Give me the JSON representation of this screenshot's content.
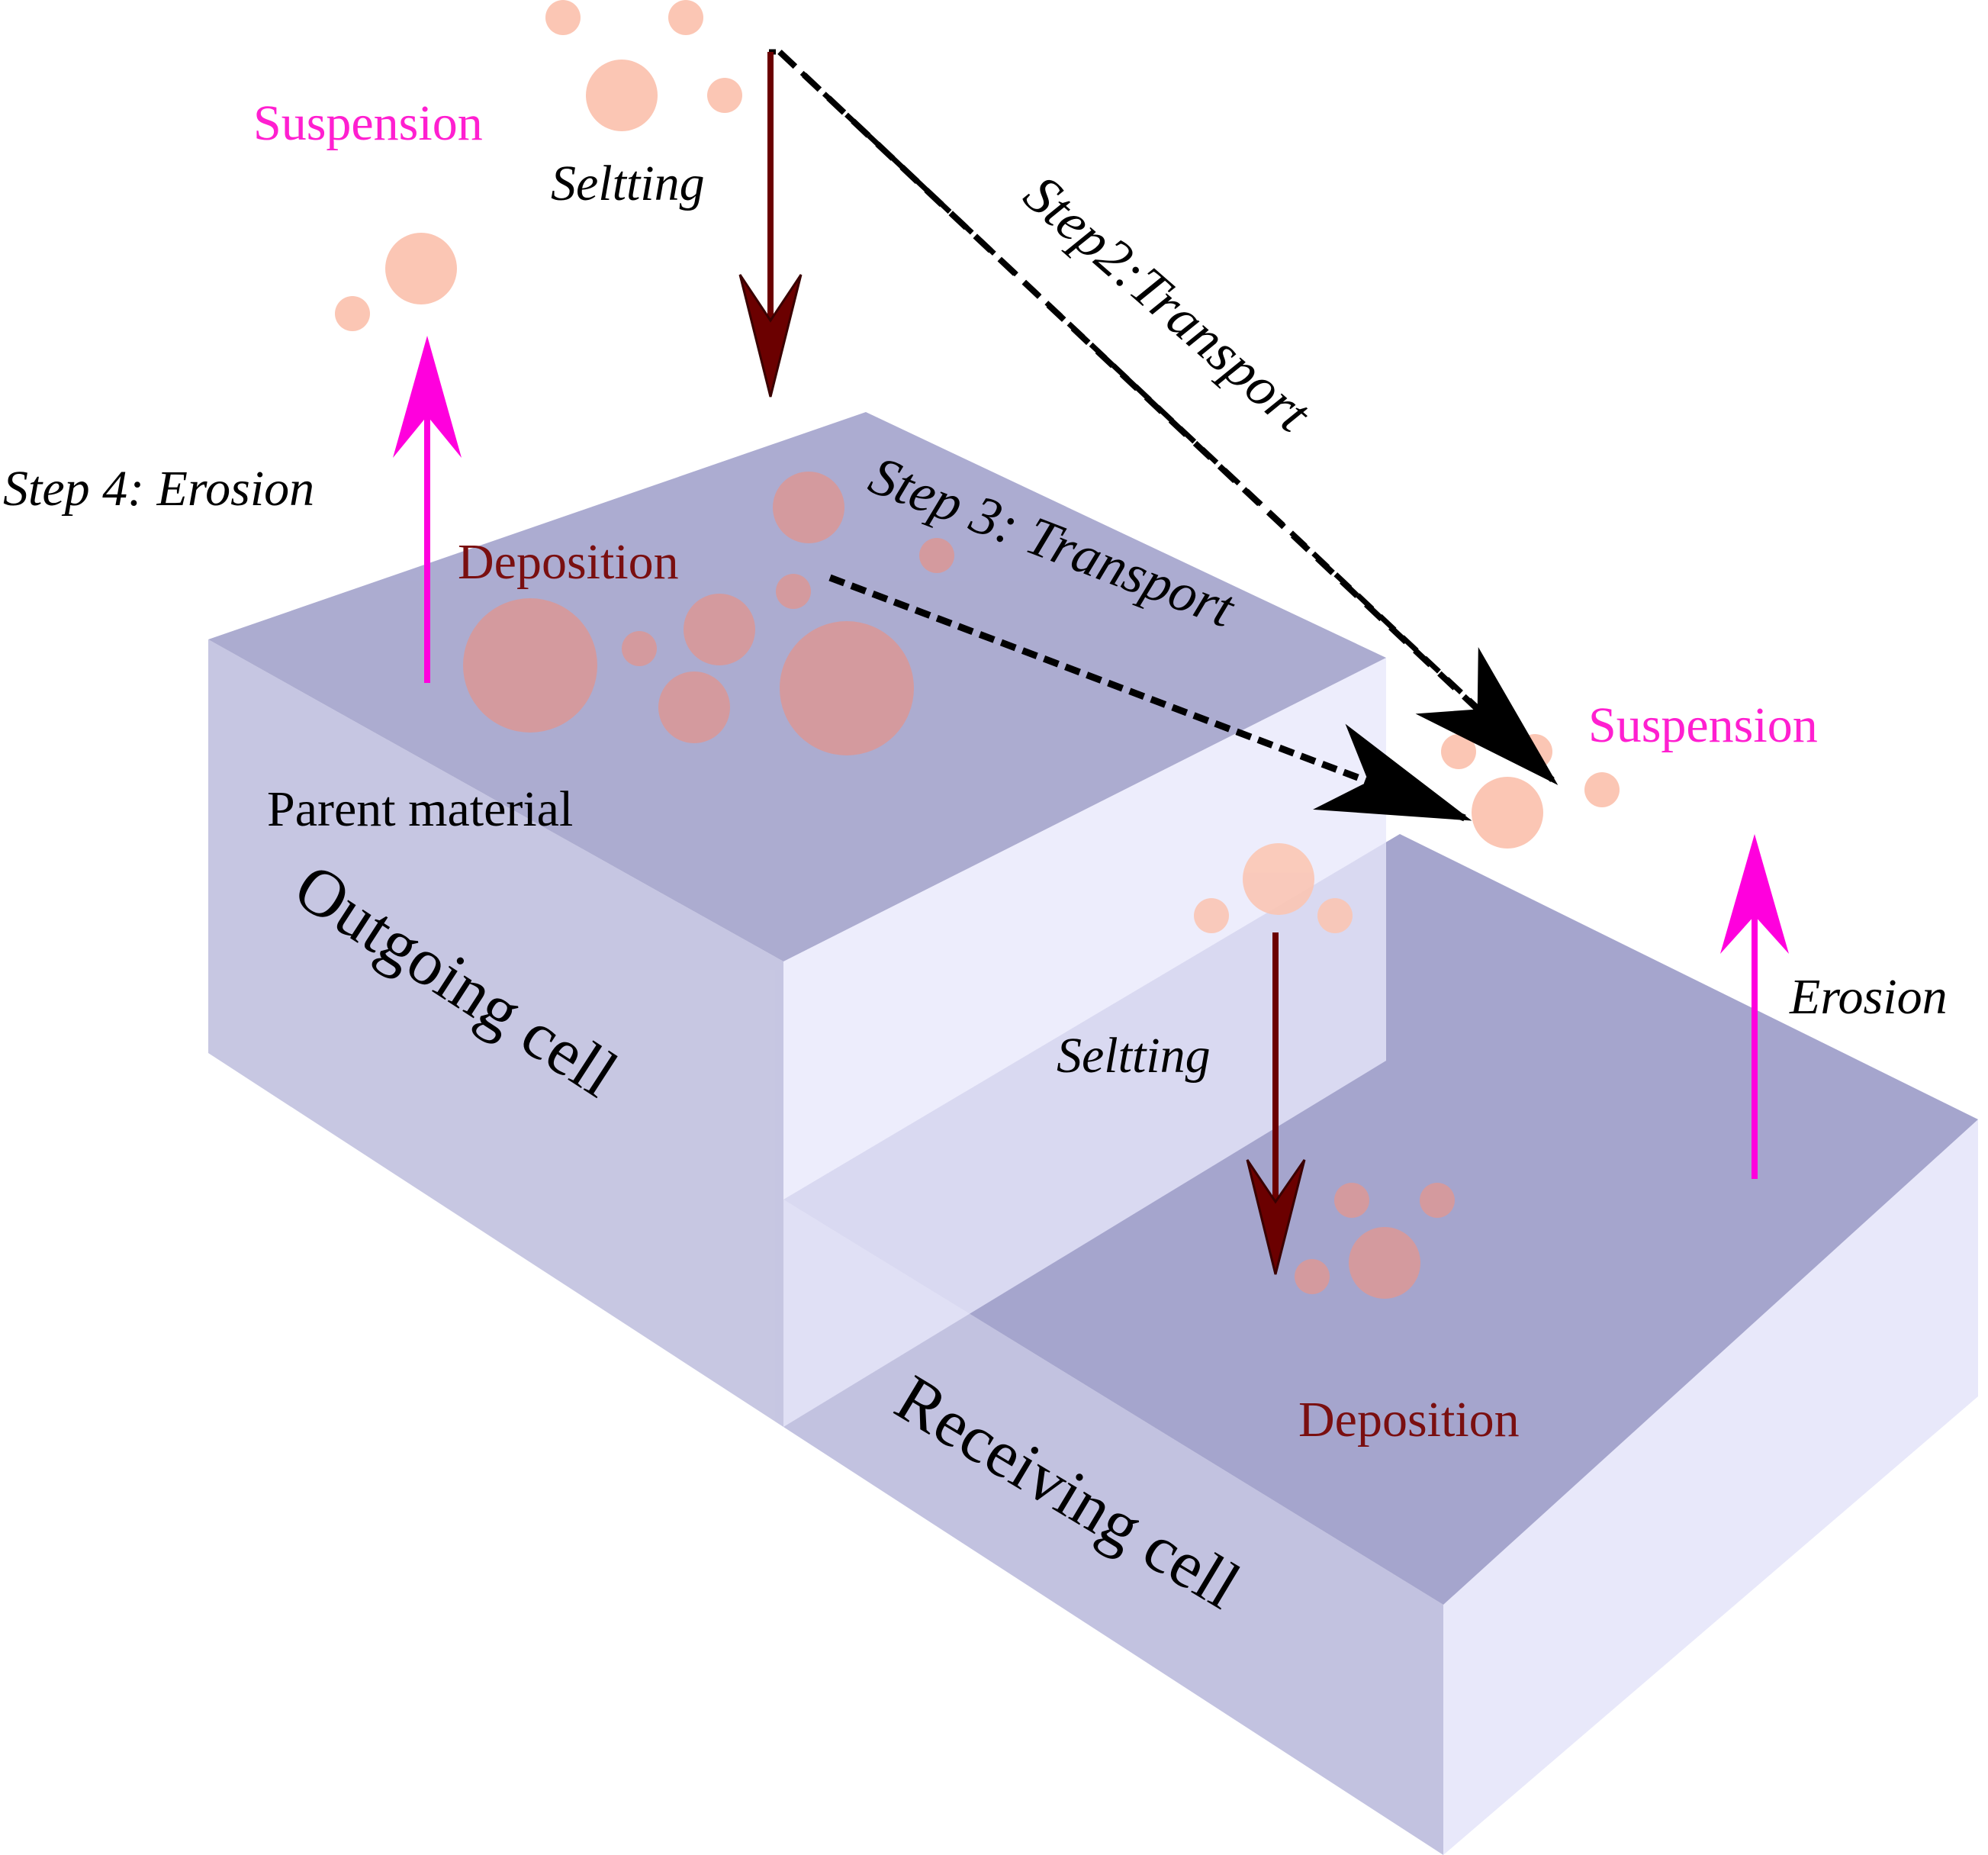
{
  "colors": {
    "block_top": "#a5a5cd",
    "block_front_left": "#c2c2e0",
    "block_front_right": "#e8e8fa",
    "particle_air": "#fbc6b4",
    "particle_deposited": "#d49a9e",
    "settling_arrow": "#6b0000",
    "erosion_arrow": "#ff00dd",
    "suspension_text": "#ff1fd0",
    "deposition_text": "#7a0f10",
    "black_text": "#000000"
  },
  "labels": {
    "suspension_top": "Suspension",
    "settling_top": "Seltting",
    "step2": "Step2:Transport",
    "step4": "Step 4: Erosion",
    "step3": "Step 3: Transport",
    "deposition_top": "Deposition",
    "parent_material": "Parent material",
    "outgoing_cell": "Outgoing cell",
    "suspension_right": "Suspension",
    "settling_right": "Seltting",
    "erosion_right": "Erosion",
    "deposition_bottom": "Deposition",
    "receiving_cell": "Receiving cell"
  },
  "icons": {
    "settling": "down-arrow-icon",
    "erosion": "up-arrow-icon",
    "transport": "dashed-arrow-icon"
  }
}
